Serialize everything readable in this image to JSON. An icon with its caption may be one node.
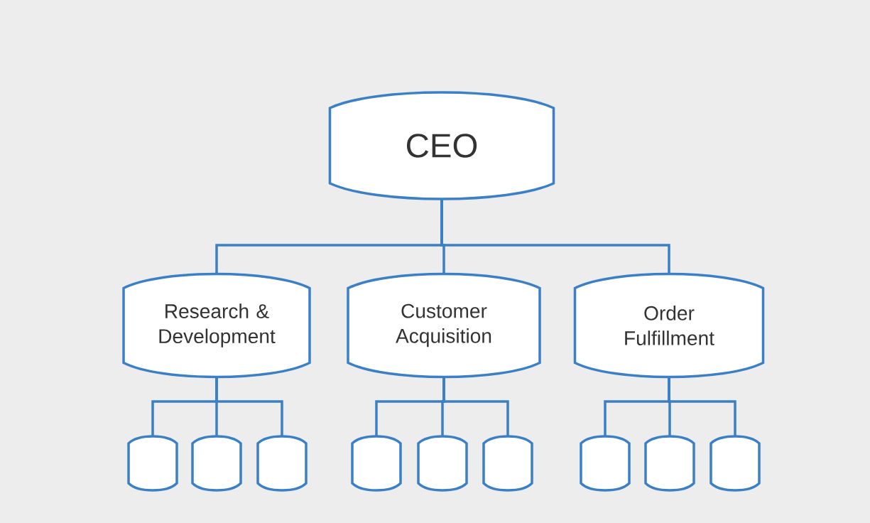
{
  "diagram": {
    "nodes": [
      {
        "text": [
          "CEO"
        ]
      },
      {
        "text": [
          "Research & Development"
        ]
      },
      {
        "text": [
          "Customer Acquisition"
        ]
      },
      {
        "text": [
          "Order Fulfillment"
        ]
      },
      {
        "text": [],
        "shape": "box"
      },
      {
        "text": [],
        "shape": "box"
      },
      {
        "text": [],
        "shape": "box"
      },
      {
        "text": [],
        "shape": "box"
      },
      {
        "text": [],
        "shape": "box"
      },
      {
        "text": [],
        "shape": "box"
      },
      {
        "text": [],
        "shape": "box"
      },
      {
        "text": [],
        "shape": "box"
      },
      {
        "text": [],
        "shape": "box"
      }
    ],
    "edges": [
      {
        "from": 0,
        "to": 1,
        "arrow": "none"
      },
      {
        "from": 0,
        "to": 2,
        "arrow": "none"
      },
      {
        "from": 0,
        "to": 3,
        "arrow": "none"
      },
      {
        "from": 1,
        "to": 4,
        "arrow": "none"
      },
      {
        "from": 1,
        "to": 5,
        "arrow": "none"
      },
      {
        "from": 1,
        "to": 6,
        "arrow": "none"
      },
      {
        "from": 2,
        "to": 7,
        "arrow": "none"
      },
      {
        "from": 2,
        "to": 8,
        "arrow": "none"
      },
      {
        "from": 2,
        "to": 9,
        "arrow": "none"
      },
      {
        "from": 3,
        "to": 10,
        "arrow": "none"
      },
      {
        "from": 3,
        "to": 11,
        "arrow": "none"
      },
      {
        "from": 3,
        "to": 12,
        "arrow": "none"
      }
    ]
  }
}
